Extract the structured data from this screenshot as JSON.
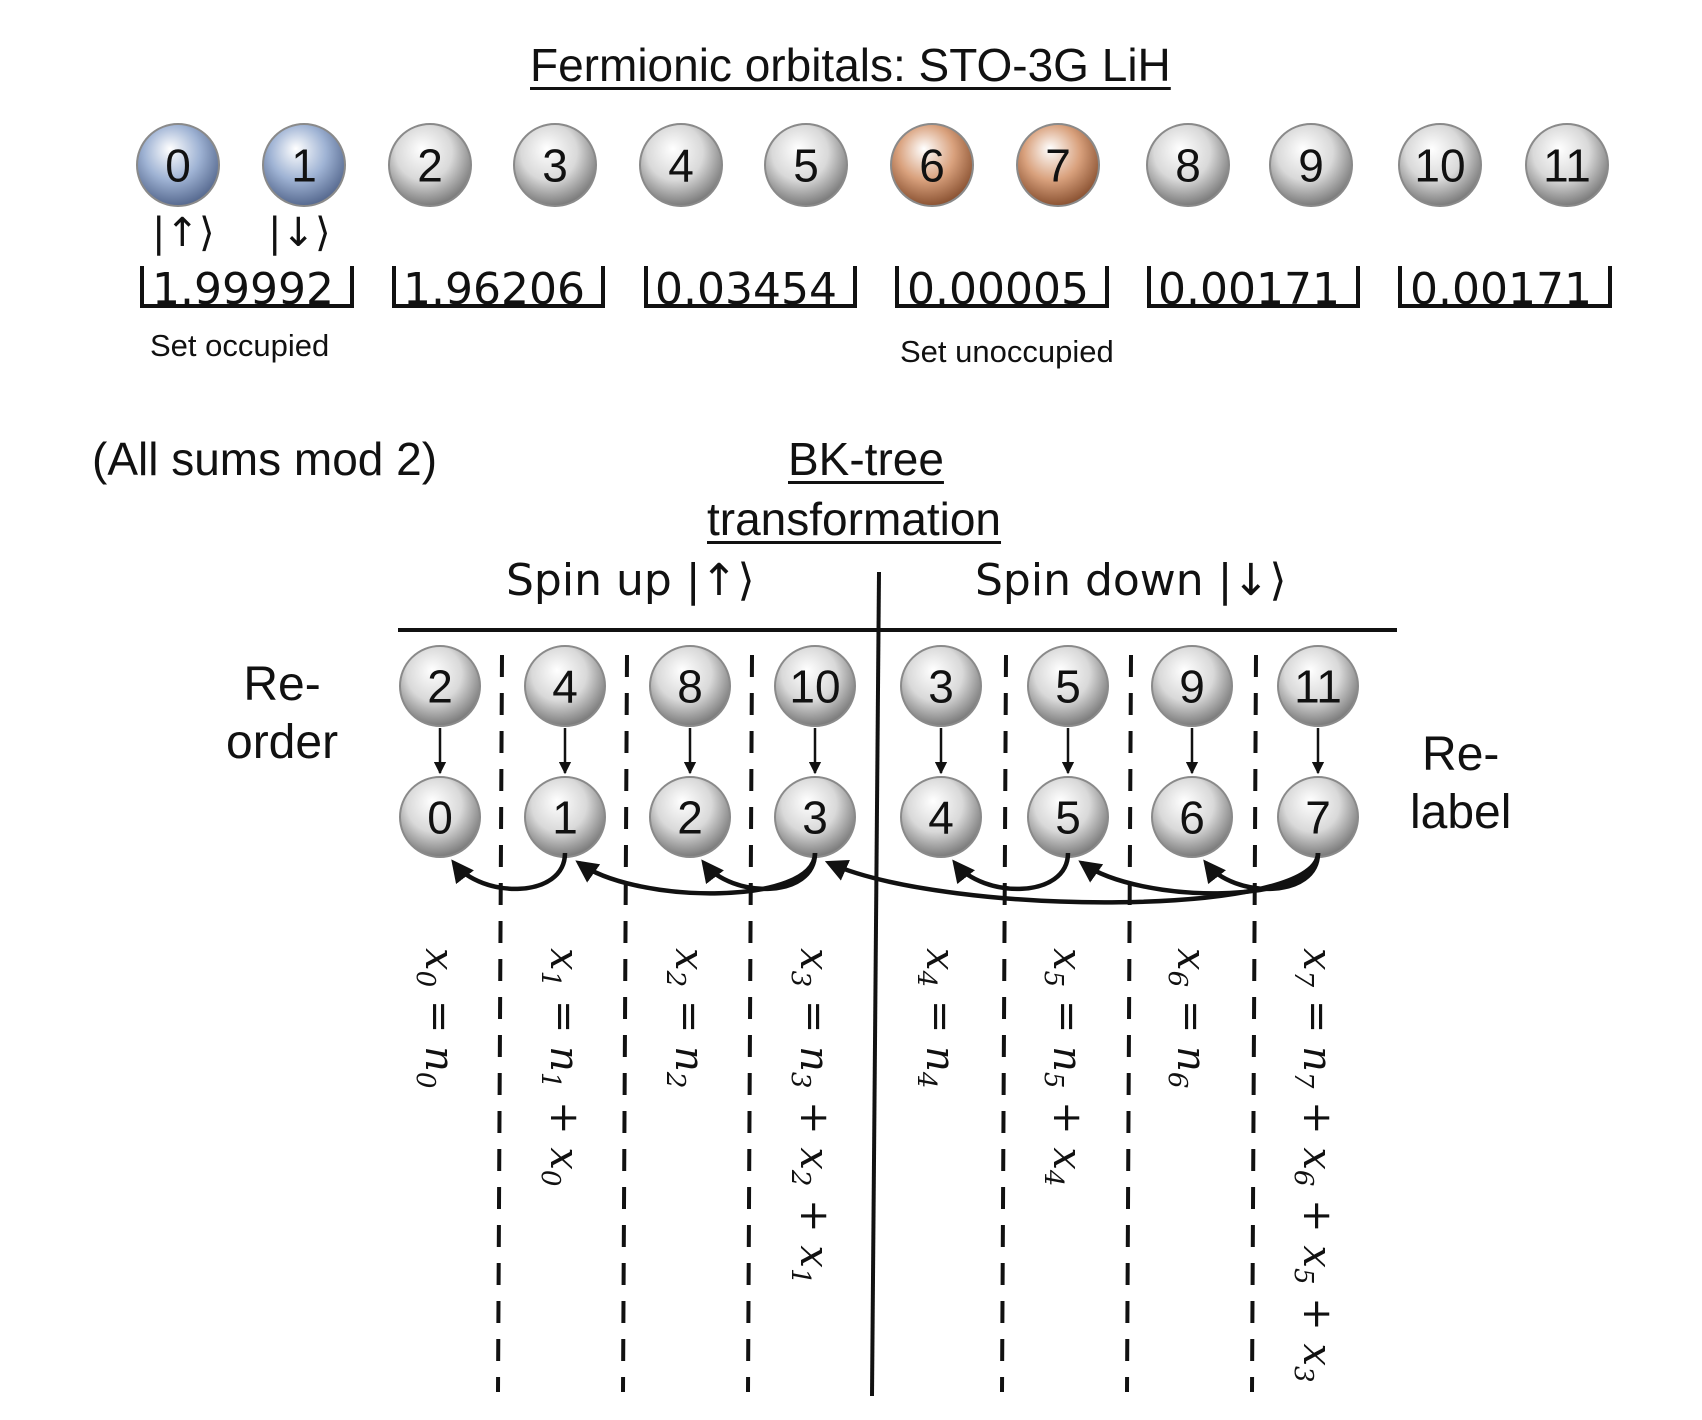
{
  "title": "Fermionic orbitals: STO-3G LiH",
  "orbitals": {
    "labels": [
      "0",
      "1",
      "2",
      "3",
      "4",
      "5",
      "6",
      "7",
      "8",
      "9",
      "10",
      "11"
    ],
    "colors": [
      "blue",
      "blue",
      "gray",
      "gray",
      "gray",
      "gray",
      "orange",
      "orange",
      "gray",
      "gray",
      "gray",
      "gray"
    ]
  },
  "spin_labels": [
    "|↑⟩",
    "|↓⟩"
  ],
  "occupations": [
    "1.99992",
    "1.96206",
    "0.03454",
    "0.00005",
    "0.00171",
    "0.00171"
  ],
  "set_occupied": "Set occupied",
  "set_unoccupied": "Set unoccupied",
  "mod_note": "(All sums mod 2)",
  "bk_title_line1": "BK-tree",
  "bk_title_line2": "transformation",
  "spin_up_header": "Spin up |↑⟩",
  "spin_down_header": "Spin down |↓⟩",
  "reorder_label": [
    "Re-",
    "order"
  ],
  "relabel_label": [
    "Re-",
    "label"
  ],
  "top_row": [
    "2",
    "4",
    "8",
    "10",
    "3",
    "5",
    "9",
    "11"
  ],
  "bottom_row": [
    "0",
    "1",
    "2",
    "3",
    "4",
    "5",
    "6",
    "7"
  ],
  "equations": [
    [
      [
        "x",
        "0"
      ],
      [
        "="
      ],
      [
        "n",
        "0"
      ]
    ],
    [
      [
        "x",
        "1"
      ],
      [
        "="
      ],
      [
        "n",
        "1"
      ],
      [
        "+"
      ],
      [
        "x",
        "0"
      ]
    ],
    [
      [
        "x",
        "2"
      ],
      [
        "="
      ],
      [
        "n",
        "2"
      ]
    ],
    [
      [
        "x",
        "3"
      ],
      [
        "="
      ],
      [
        "n",
        "3"
      ],
      [
        "+"
      ],
      [
        "x",
        "2"
      ],
      [
        "+"
      ],
      [
        "x",
        "1"
      ]
    ],
    [
      [
        "x",
        "4"
      ],
      [
        "="
      ],
      [
        "n",
        "4"
      ]
    ],
    [
      [
        "x",
        "5"
      ],
      [
        "="
      ],
      [
        "n",
        "5"
      ],
      [
        "+"
      ],
      [
        "x",
        "4"
      ]
    ],
    [
      [
        "x",
        "6"
      ],
      [
        "="
      ],
      [
        "n",
        "6"
      ]
    ],
    [
      [
        "x",
        "7"
      ],
      [
        "="
      ],
      [
        "n",
        "7"
      ],
      [
        "+"
      ],
      [
        "x",
        "6"
      ],
      [
        "+"
      ],
      [
        "x",
        "5"
      ],
      [
        "+"
      ],
      [
        "x",
        "3"
      ]
    ]
  ],
  "arrows": [
    [
      1,
      0
    ],
    [
      3,
      1
    ],
    [
      3,
      2
    ],
    [
      5,
      4
    ],
    [
      7,
      3
    ],
    [
      7,
      5
    ],
    [
      7,
      6
    ]
  ],
  "palette": {
    "blue": [
      "#ffffff",
      "#9fb3d4",
      "#56698f"
    ],
    "gray": [
      "#ffffff",
      "#d9d9d9",
      "#7a7a7a"
    ],
    "orange": [
      "#ffffff",
      "#d9a17d",
      "#8a5232"
    ]
  }
}
